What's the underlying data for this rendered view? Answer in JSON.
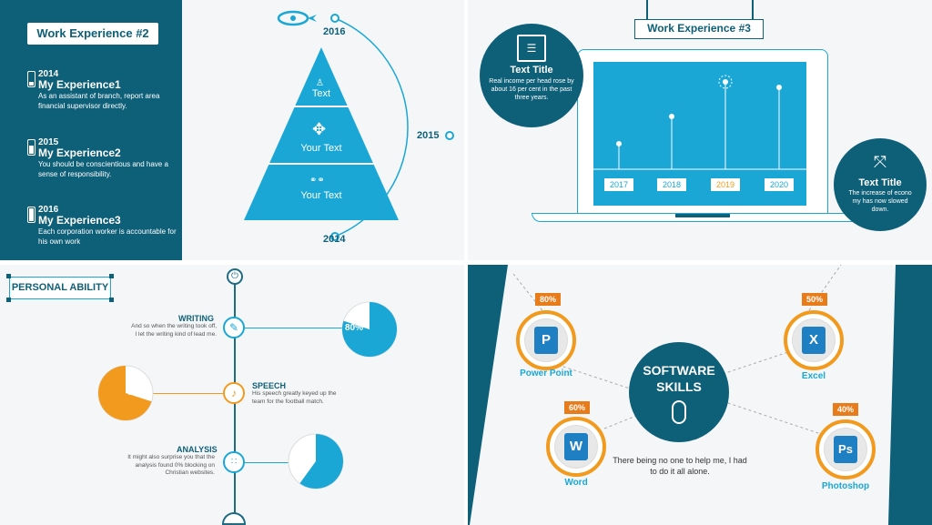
{
  "slide1": {
    "title": "Work Experience #2",
    "experiences": [
      {
        "year": "2014",
        "name": "My Experience1",
        "desc": "As an assistant of branch, report area financial supervisor directly."
      },
      {
        "year": "2015",
        "name": "My Experience2",
        "desc": "You should be conscientious and have a sense of responsibility."
      },
      {
        "year": "2016",
        "name": "My Experience3",
        "desc": "Each corporation worker is accountable for his own work"
      }
    ],
    "timeline_years": [
      "2016",
      "2015",
      "2014"
    ],
    "pyramid": [
      "Text",
      "Your Text",
      "Your Text"
    ]
  },
  "slide2": {
    "title": "Work Experience #3",
    "left_circle": {
      "title": "Text Title",
      "desc": "Real income per head rose by about 16 per cent in the past three years."
    },
    "right_circle": {
      "title": "Text Title",
      "desc": "The increase of econo my has now slowed down."
    },
    "years": [
      "2017",
      "2018",
      "2019",
      "2020"
    ],
    "colors": {
      "highlight": "#f29a1e"
    }
  },
  "slide3": {
    "title": "PERSONAL ABILITY",
    "items": [
      {
        "head": "WRITING",
        "desc": "And so when the writing took off, I let the writing kind of lead me.",
        "pct": "80%"
      },
      {
        "head": "SPEECH",
        "desc": "His speech greatly keyed up the team for the football match.",
        "pct": "70%"
      },
      {
        "head": "ANALYSIS",
        "desc": "It might also surprise you that the analysis found 0% blocking on Christian websites.",
        "pct": "60%"
      }
    ]
  },
  "slide4": {
    "center_title": "SOFTWARE SKILLS",
    "center_desc": "There being no one to help me, I had to do it all alone.",
    "skills": [
      {
        "name": "Power Point",
        "pct": "80%",
        "letter": "P"
      },
      {
        "name": "Word",
        "pct": "60%",
        "letter": "W"
      },
      {
        "name": "Excel",
        "pct": "50%",
        "letter": "X"
      },
      {
        "name": "Photoshop",
        "pct": "40%",
        "letter": "Ps"
      }
    ]
  }
}
